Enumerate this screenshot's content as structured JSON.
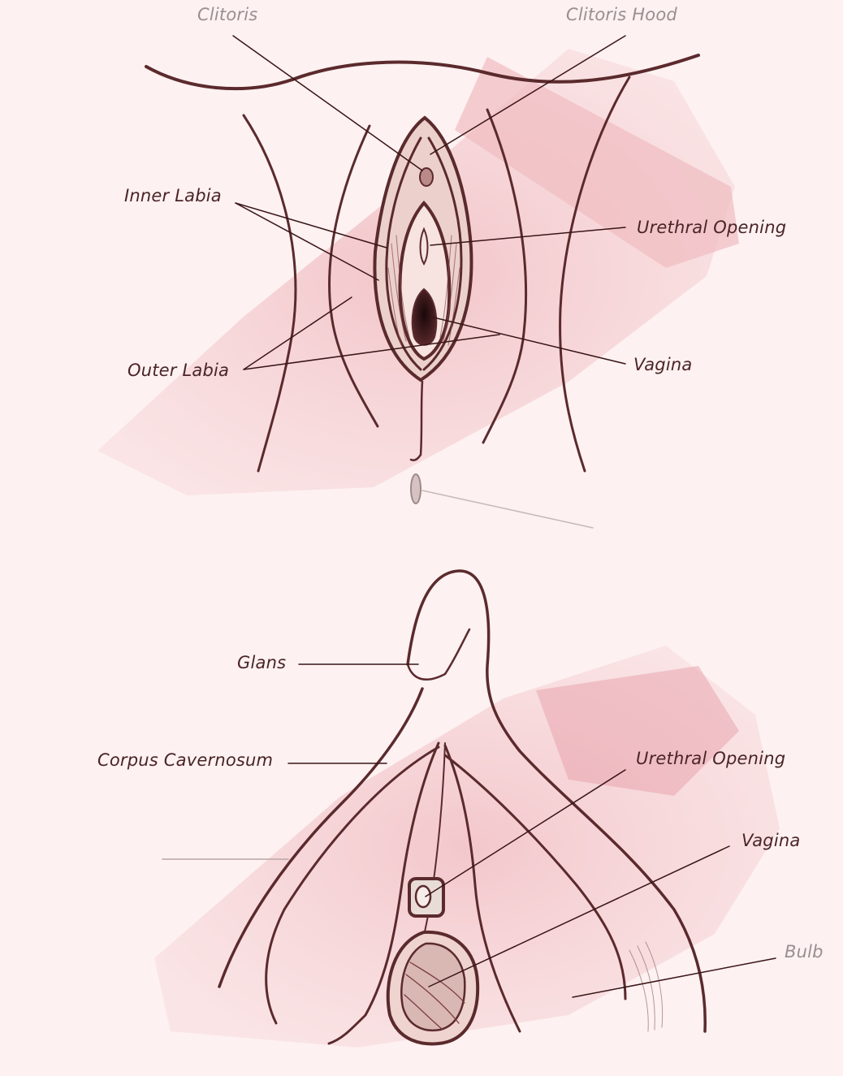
{
  "colors": {
    "background": "#fdf1f1",
    "wash": "#f4c9cc",
    "wash_deep": "#e7a6ad",
    "ink": "#5b2a2d",
    "ink_dark": "#3a1517",
    "label": "#4a2426",
    "label_faded": "#9a8f90"
  },
  "upper_view": {
    "labels": {
      "clitoris": "Clitoris",
      "clitoris_hood": "Clitoris Hood",
      "inner_labia": "Inner Labia",
      "urethral_opening": "Urethral Opening",
      "outer_labia": "Outer Labia",
      "vagina": "Vagina"
    }
  },
  "lower_view": {
    "labels": {
      "glans": "Glans",
      "corpus_cavernosum": "Corpus Cavernosum",
      "urethral_opening": "Urethral Opening",
      "vagina": "Vagina",
      "bulb": "Bulb"
    }
  }
}
